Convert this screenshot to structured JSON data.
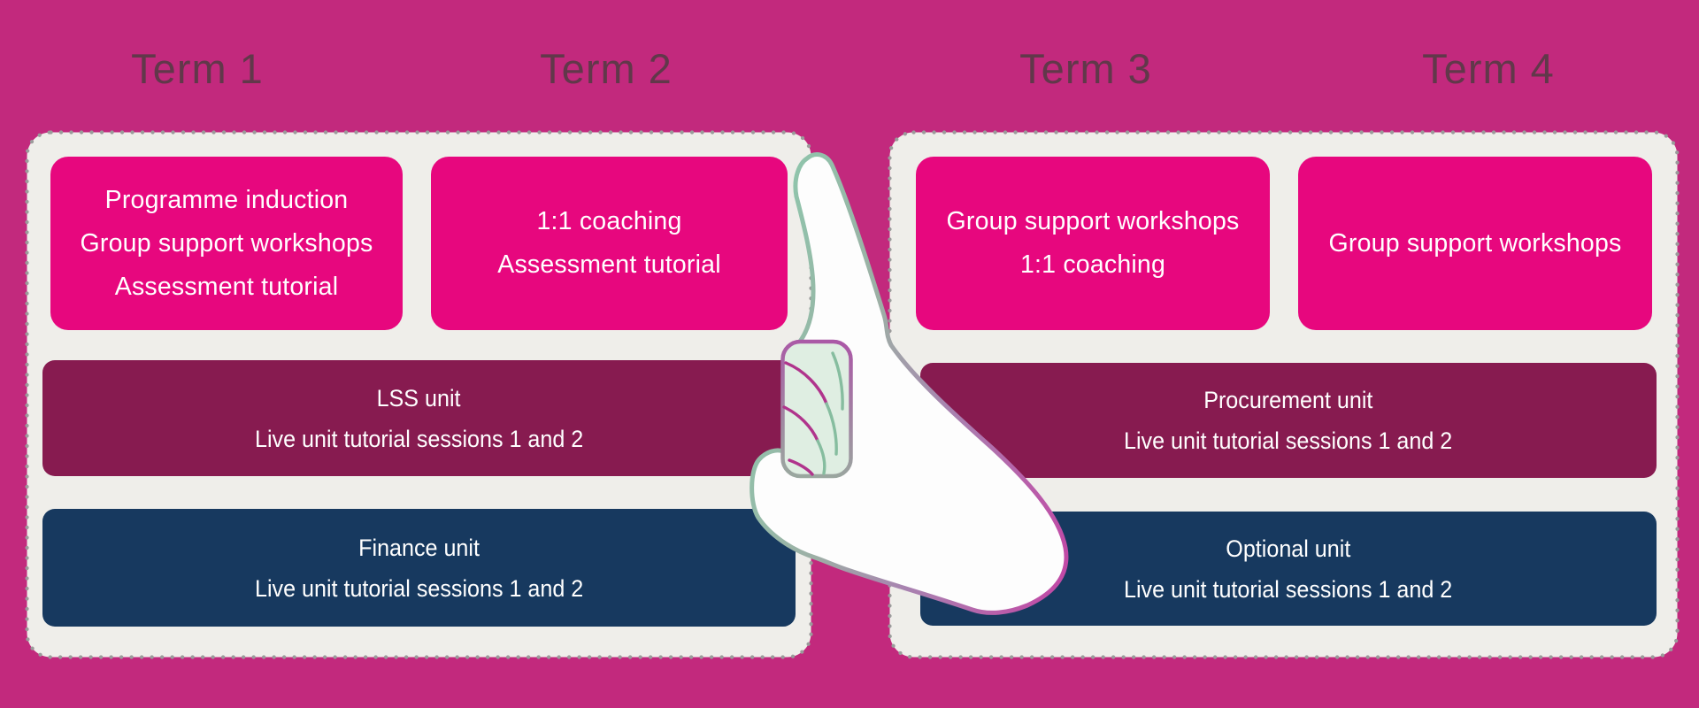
{
  "diagram": "programme-structure-by-term",
  "terms": [
    {
      "label": "Term 1"
    },
    {
      "label": "Term 2"
    },
    {
      "label": "Term 3"
    },
    {
      "label": "Term 4"
    }
  ],
  "panels": [
    {
      "id": "terms-1-2",
      "activity_cards": [
        {
          "lines": [
            "Programme induction",
            "Group support workshops",
            "Assessment tutorial"
          ]
        },
        {
          "lines": [
            "1:1 coaching",
            "Assessment tutorial"
          ]
        }
      ],
      "unit_cards": [
        {
          "lines": [
            "LSS unit",
            "Live unit tutorial sessions 1 and 2"
          ]
        },
        {
          "lines": [
            "Finance unit",
            "Live unit tutorial sessions 1 and 2"
          ]
        }
      ]
    },
    {
      "id": "terms-3-4",
      "activity_cards": [
        {
          "lines": [
            "Group support workshops",
            "1:1 coaching"
          ]
        },
        {
          "lines": [
            "Group support workshops"
          ]
        }
      ],
      "unit_cards": [
        {
          "lines": [
            "Procurement unit",
            "Live unit tutorial sessions 1 and 2"
          ]
        },
        {
          "lines": [
            "Optional unit",
            "Live unit tutorial sessions 1 and 2"
          ]
        }
      ]
    }
  ],
  "cursor": {
    "icon": "pointing-hand-icon"
  },
  "colors": {
    "background": "#C2297D",
    "panel": "#EFEEEA",
    "panel_dots": "#9B9B9B",
    "activity_card": "#E7077E",
    "unit_card_maroon": "#871B50",
    "unit_card_navy": "#17395F",
    "term_label": "#5E5B55",
    "card_text": "#FFFFFF",
    "hand_fill": "#FDFDFD",
    "hand_outline_teal": "#8FC4AB",
    "hand_outline_purple": "#C14AA6",
    "hand_fingers_mint": "#DFEEE2"
  }
}
